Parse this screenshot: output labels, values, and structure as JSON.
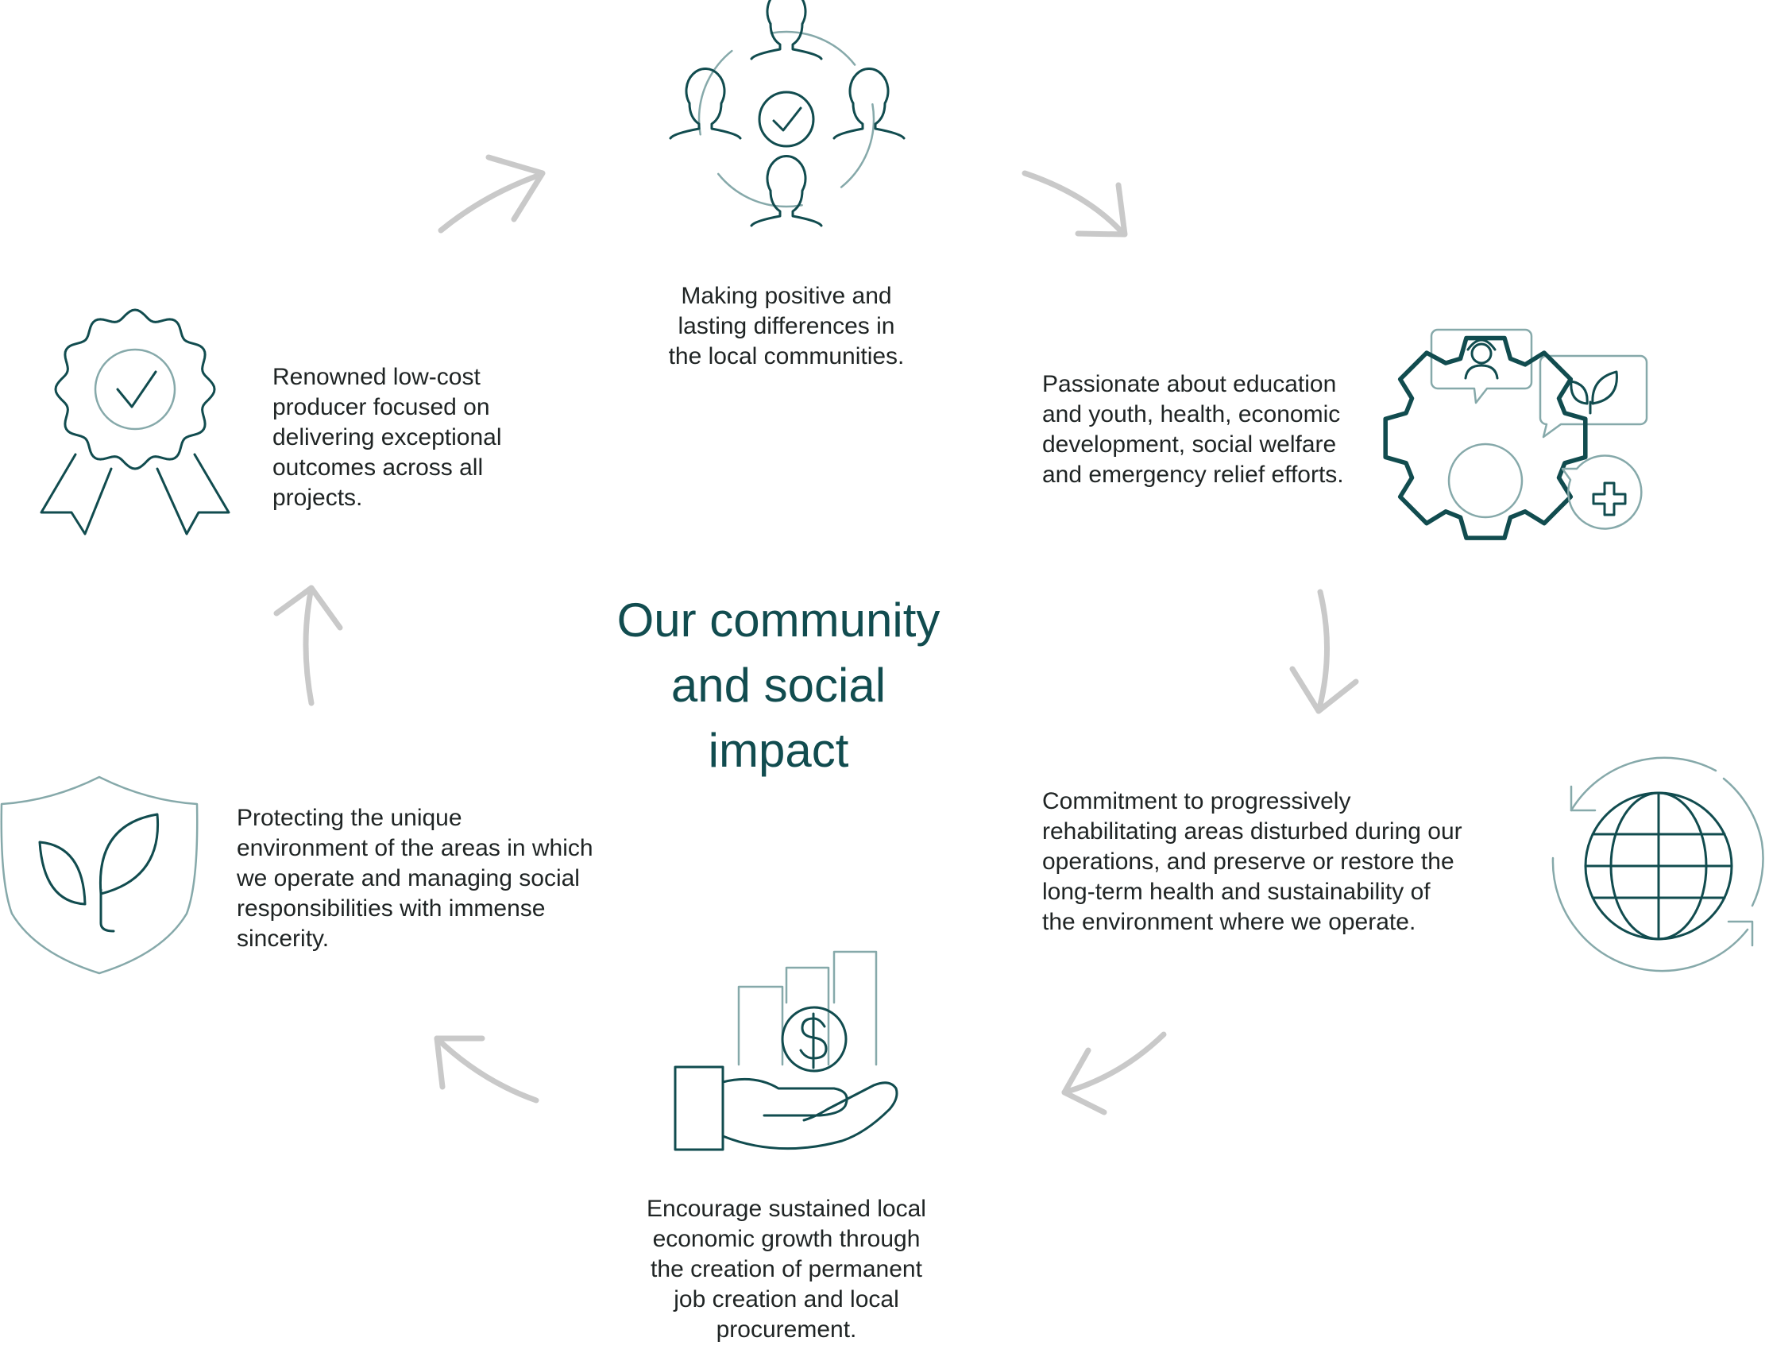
{
  "title": {
    "lines": [
      "Our community",
      "and social",
      "impact"
    ]
  },
  "colors": {
    "dark_teal": "#114c4f",
    "light_teal": "#86a9aa",
    "arrow_gray": "#c9c9c9",
    "text": "#1f2424"
  },
  "items": [
    {
      "icon": "community-people-check-icon",
      "lines": [
        "Making positive and",
        "lasting differences in",
        "the local communities."
      ]
    },
    {
      "icon": "gear-speech-bubbles-icon",
      "lines": [
        "Passionate about education",
        "and youth, health, economic",
        "development, social welfare",
        "and emergency relief efforts."
      ]
    },
    {
      "icon": "globe-cycle-icon",
      "lines": [
        "Commitment to progressively",
        "rehabilitating areas disturbed during our",
        "operations, and preserve or restore the",
        "long-term health and sustainability of",
        "the environment where we operate."
      ]
    },
    {
      "icon": "hand-money-growth-icon",
      "lines": [
        "Encourage sustained local",
        "economic growth through",
        "the creation of permanent",
        "job creation and local",
        "procurement."
      ]
    },
    {
      "icon": "shield-leaf-icon",
      "lines": [
        "Protecting the unique",
        "environment of the areas in which",
        "we operate and managing social",
        "responsibilities with immense",
        "sincerity."
      ]
    },
    {
      "icon": "award-ribbon-check-icon",
      "lines": [
        "Renowned low-cost",
        "producer focused on",
        "delivering exceptional",
        "outcomes across all",
        "projects."
      ]
    }
  ]
}
